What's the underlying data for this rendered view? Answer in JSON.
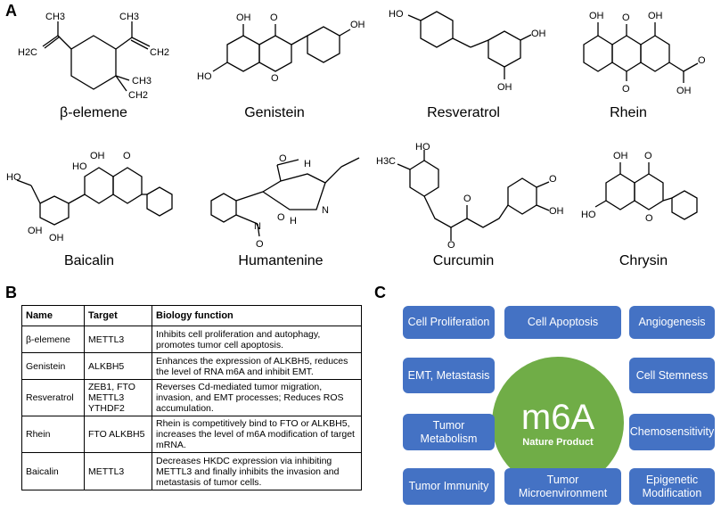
{
  "panels": {
    "a": "A",
    "b": "B",
    "c": "C"
  },
  "compounds": [
    {
      "name": "β-elemene"
    },
    {
      "name": "Genistein"
    },
    {
      "name": "Resveratrol"
    },
    {
      "name": "Rhein"
    },
    {
      "name": "Baicalin"
    },
    {
      "name": "Humantenine"
    },
    {
      "name": "Curcumin"
    },
    {
      "name": "Chrysin"
    }
  ],
  "atoms": {
    "ch3": "CH3",
    "ch2": "CH2",
    "h2c": "H2C",
    "oh": "OH",
    "ho": "HO",
    "o": "O",
    "n": "N",
    "h": "H",
    "h3co": "H3C"
  },
  "table": {
    "headers": [
      "Name",
      "Target",
      "Biology  function"
    ],
    "rows": [
      {
        "name": "β-elemene",
        "target": "METTL3",
        "function": "Inhibits cell proliferation and autophagy, promotes tumor cell apoptosis."
      },
      {
        "name": "Genistein",
        "target": "ALKBH5",
        "function": "Enhances the expression of ALKBH5, reduces the level of RNA m6A and inhibit EMT."
      },
      {
        "name": "Resveratrol",
        "target": "ZEB1, FTO METTL3 YTHDF2",
        "function": "Reverses Cd-mediated tumor migration, invasion, and EMT processes; Reduces ROS accumulation."
      },
      {
        "name": "Rhein",
        "target": "FTO ALKBH5",
        "function": "Rhein is competitively bind to FTO or ALKBH5, increases the level of m6A modification of target mRNA."
      },
      {
        "name": "Baicalin",
        "target": "METTL3",
        "function": "Decreases HKDC expression via inhibiting METTL3 and finally inhibits the invasion and metastasis of tumor cells."
      }
    ]
  },
  "diagram": {
    "center_title": "m6A",
    "center_subtitle": "Nature Product",
    "boxes": {
      "cell_proliferation": "Cell Proliferation",
      "cell_apoptosis": "Cell Apoptosis",
      "angiogenesis": "Angiogenesis",
      "emt_metastasis": "EMT, Metastasis",
      "cell_stemness": "Cell Stemness",
      "tumor_metabolism": "Tumor Metabolism",
      "chemosensitivity": "Chemosensitivity",
      "tumor_immunity": "Tumor Immunity",
      "tumor_microenvironment": "Tumor Microenvironment",
      "epigenetic_modification": "Epigenetic Modification"
    },
    "colors": {
      "box": "#4472c4",
      "circle": "#70ad47"
    }
  }
}
